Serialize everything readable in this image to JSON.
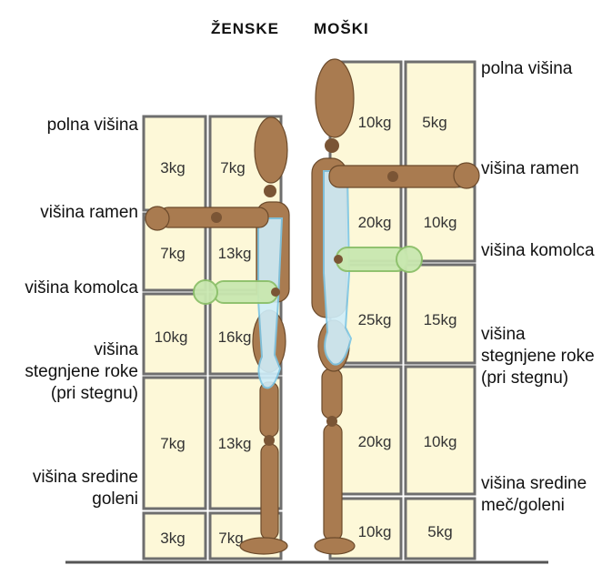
{
  "headers": {
    "women": "ŽENSKE",
    "men": "MOŠKI"
  },
  "labels_left": {
    "shoulder_height": "polna višina",
    "shoulder": "višina ramen",
    "elbow": "višina komolca",
    "fist_l1": "višina",
    "fist_l2": "stegnjene roke",
    "fist_l3": "(pri stegnu)",
    "shin_l1": "višina sredine",
    "shin_l2": "goleni"
  },
  "labels_right": {
    "full_height": "polna višina",
    "shoulder": "višina ramen",
    "elbow": "višina komolca",
    "fist_l1": "višina",
    "fist_l2": "stegnjene roke",
    "fist_l3": "(pri stegnu)",
    "shin_l1": "višina sredine",
    "shin_l2": "meč/goleni"
  },
  "women_weights": {
    "r1": [
      "3kg",
      "7kg"
    ],
    "r2": [
      "7kg",
      "13kg"
    ],
    "r3": [
      "10kg",
      "16kg"
    ],
    "r4": [
      "7kg",
      "13kg"
    ],
    "r5": [
      "3kg",
      "7kg"
    ]
  },
  "men_weights": {
    "r1": [
      "10kg",
      "5kg"
    ],
    "r2": [
      "20kg",
      "10kg"
    ],
    "r3": [
      "25kg",
      "15kg"
    ],
    "r4": [
      "20kg",
      "10kg"
    ],
    "r5": [
      "10kg",
      "5kg"
    ]
  },
  "colors": {
    "box_fill": "#fdf8d8",
    "box_border": "#6e6e6e",
    "wood": "#a97b50",
    "forearm_highlight": "#c9e8b0",
    "arm_highlight": "#cfeefa"
  }
}
